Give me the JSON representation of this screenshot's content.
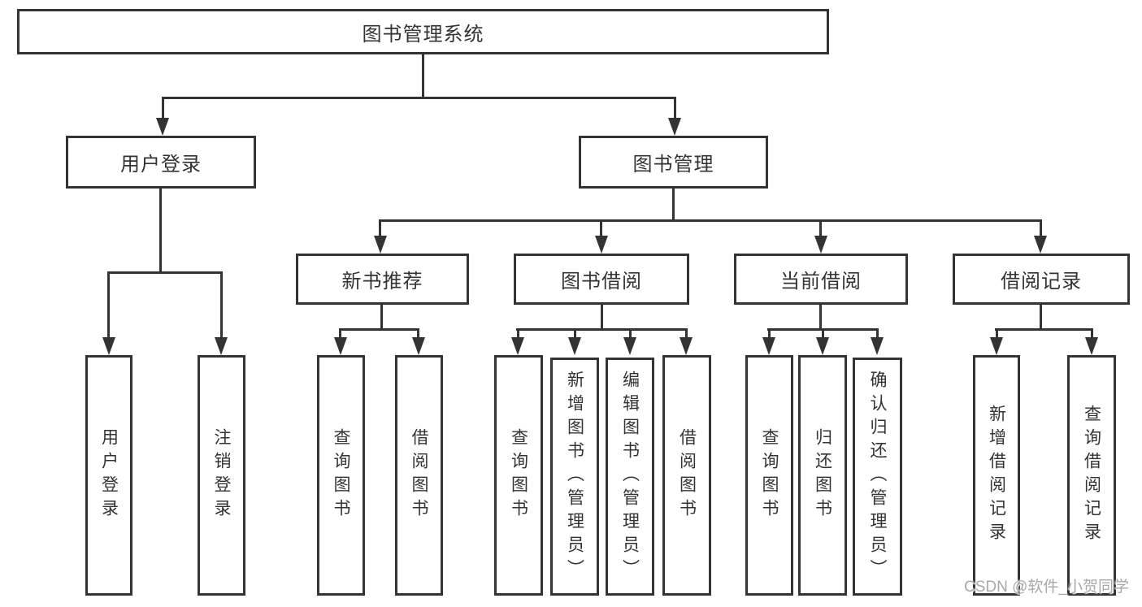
{
  "diagram": {
    "root": "图书管理系统",
    "level2": [
      "用户登录",
      "图书管理"
    ],
    "level3": [
      "新书推荐",
      "图书借阅",
      "当前借阅",
      "借阅记录"
    ],
    "leaves": {
      "user_login": [
        "用户登录",
        "注销登录"
      ],
      "new_book_recommend": [
        "查询图书",
        "借阅图书"
      ],
      "book_borrow": [
        "查询图书",
        "新增图书（管理员）",
        "编辑图书（管理员）",
        "借阅图书"
      ],
      "current_borrow": [
        "查询图书",
        "归还图书",
        "确认归还（管理员）"
      ],
      "borrow_record": [
        "新增借阅记录",
        "查询借阅记录"
      ]
    },
    "watermark": "CSDN @软件_小贺同学",
    "colors": {
      "line": "#333333",
      "text": "#333333",
      "watermark": "#a8a8a8",
      "background": "#ffffff"
    }
  }
}
